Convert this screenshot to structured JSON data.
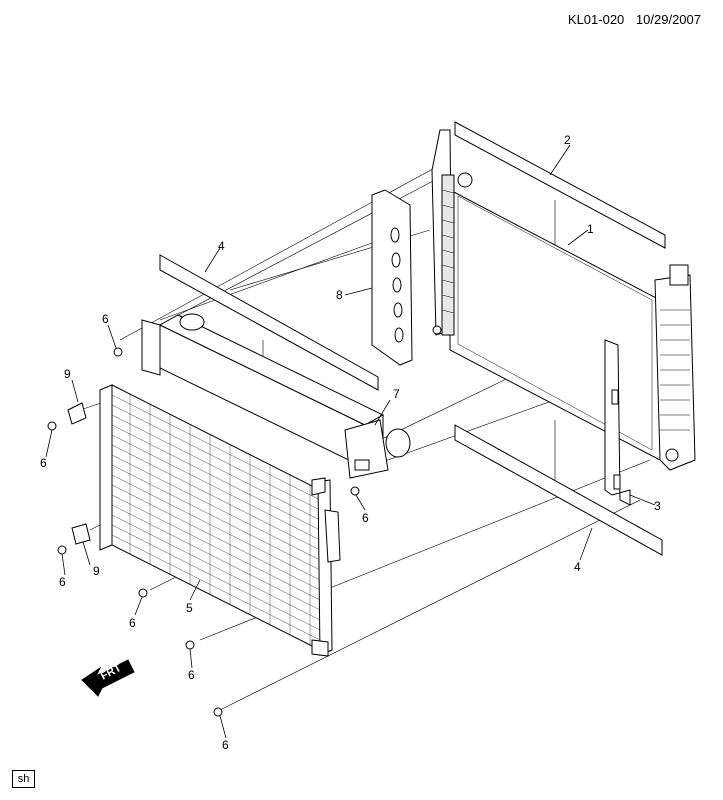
{
  "header": {
    "code": "KL01-020",
    "date": "10/29/2007"
  },
  "footer_tag": "sh",
  "frt_label": "FRT",
  "callouts": {
    "c1": "1",
    "c2": "2",
    "c3": "3",
    "c4a": "4",
    "c4b": "4",
    "c5": "5",
    "c6a": "6",
    "c6b": "6",
    "c6c": "6",
    "c6d": "6",
    "c6e": "6",
    "c6f": "6",
    "c6g": "6",
    "c7": "7",
    "c8": "8",
    "c9a": "9",
    "c9b": "9"
  },
  "colors": {
    "line": "#000000",
    "fill": "#ffffff",
    "shade": "#d9d9d9"
  }
}
